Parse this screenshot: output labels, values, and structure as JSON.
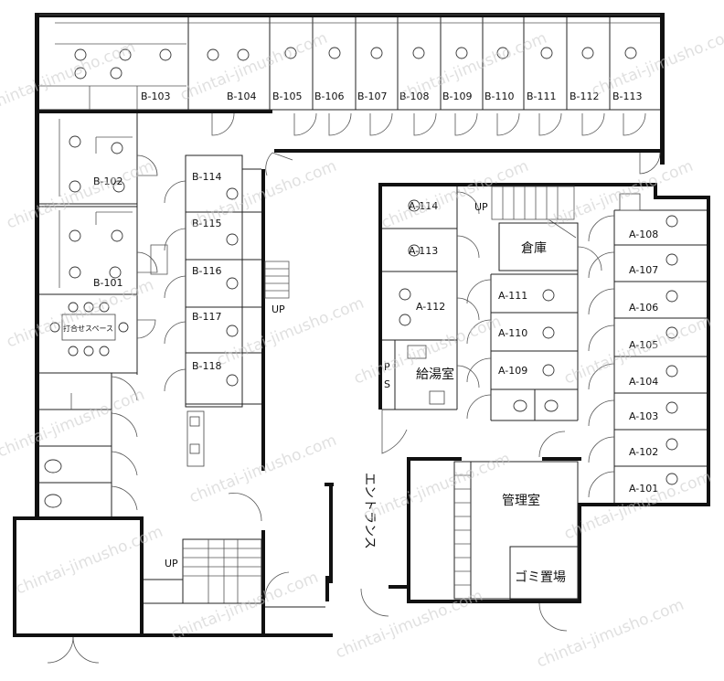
{
  "watermark": "chintai-jimusho.com",
  "rooms": {
    "b103": "B-103",
    "b104": "B-104",
    "b105": "B-105",
    "b106": "B-106",
    "b107": "B-107",
    "b108": "B-108",
    "b109": "B-109",
    "b110": "B-110",
    "b111": "B-111",
    "b112": "B-112",
    "b113": "B-113",
    "b102": "B-102",
    "b101": "B-101",
    "b114": "B-114",
    "b115": "B-115",
    "b116": "B-116",
    "b117": "B-117",
    "b118": "B-118",
    "a114": "A-114",
    "a113": "A-113",
    "a112": "A-112",
    "a111": "A-111",
    "a110": "A-110",
    "a109": "A-109",
    "a108": "A-108",
    "a107": "A-107",
    "a106": "A-106",
    "a105": "A-105",
    "a104": "A-104",
    "a103": "A-103",
    "a102": "A-102",
    "a101": "A-101"
  },
  "labels": {
    "meeting_space": "打合せスペース",
    "up": "UP",
    "storage": "倉庫",
    "kitchenette": "給湯室",
    "ps_p": "P",
    "ps_s": "S",
    "entrance": "エントランス",
    "management_office": "管理室",
    "garbage": "ゴミ置場"
  }
}
